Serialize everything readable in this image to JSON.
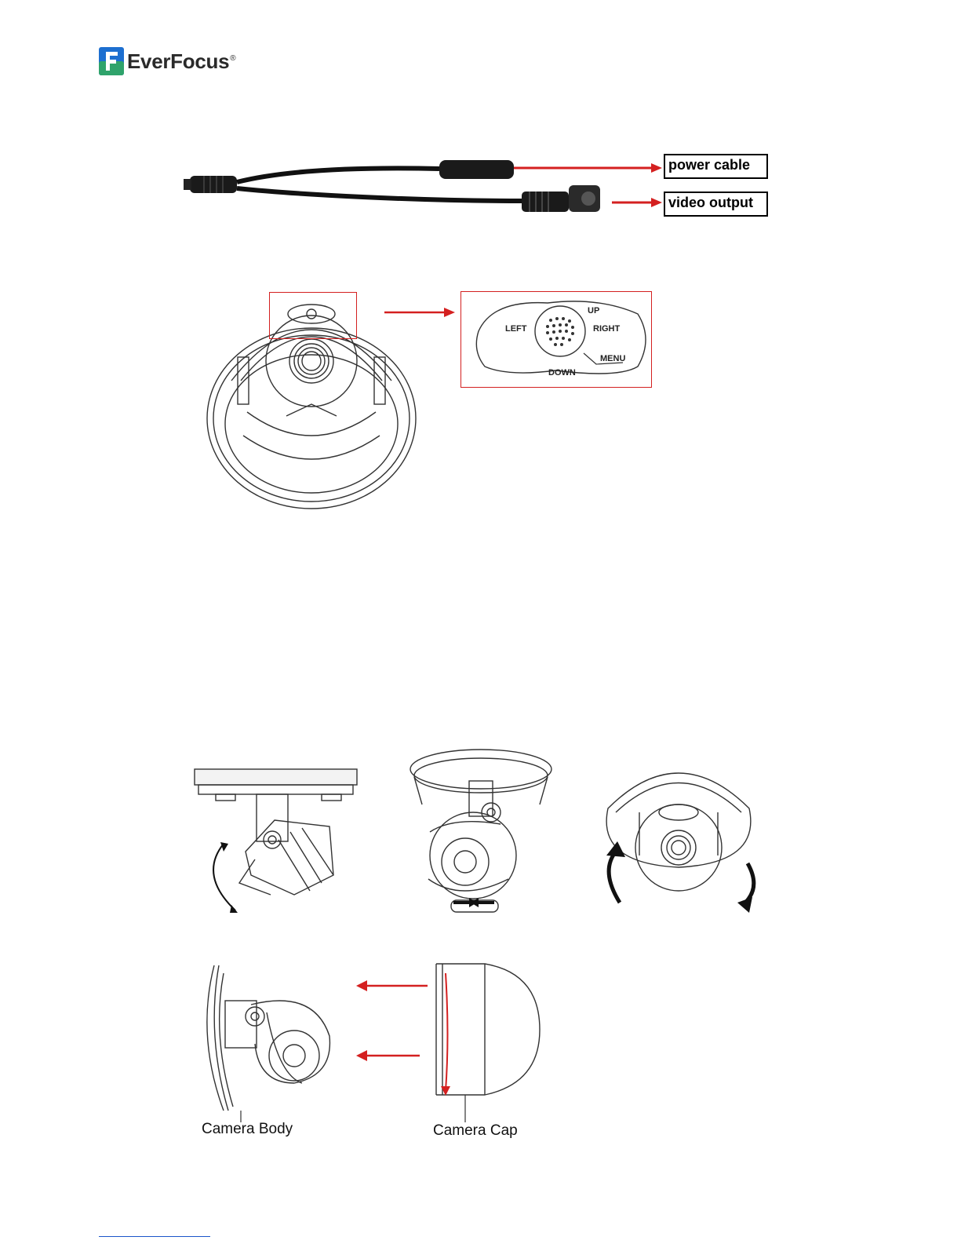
{
  "header": {
    "brand": "EverFocus",
    "reg": "®"
  },
  "cable_figure": {
    "power_label": "power cable",
    "video_label": "video output"
  },
  "control_figure": {
    "up": "UP",
    "down": "DOWN",
    "left": "LEFT",
    "right": "RIGHT",
    "menu": "MENU"
  },
  "cap_figure": {
    "body_label": "Camera Body",
    "cap_label": "Camera Cap"
  },
  "colors": {
    "accent_red": "#d42020",
    "line": "#333333",
    "brand_blue": "#1d6fd0",
    "brand_green": "#2fa36b"
  }
}
